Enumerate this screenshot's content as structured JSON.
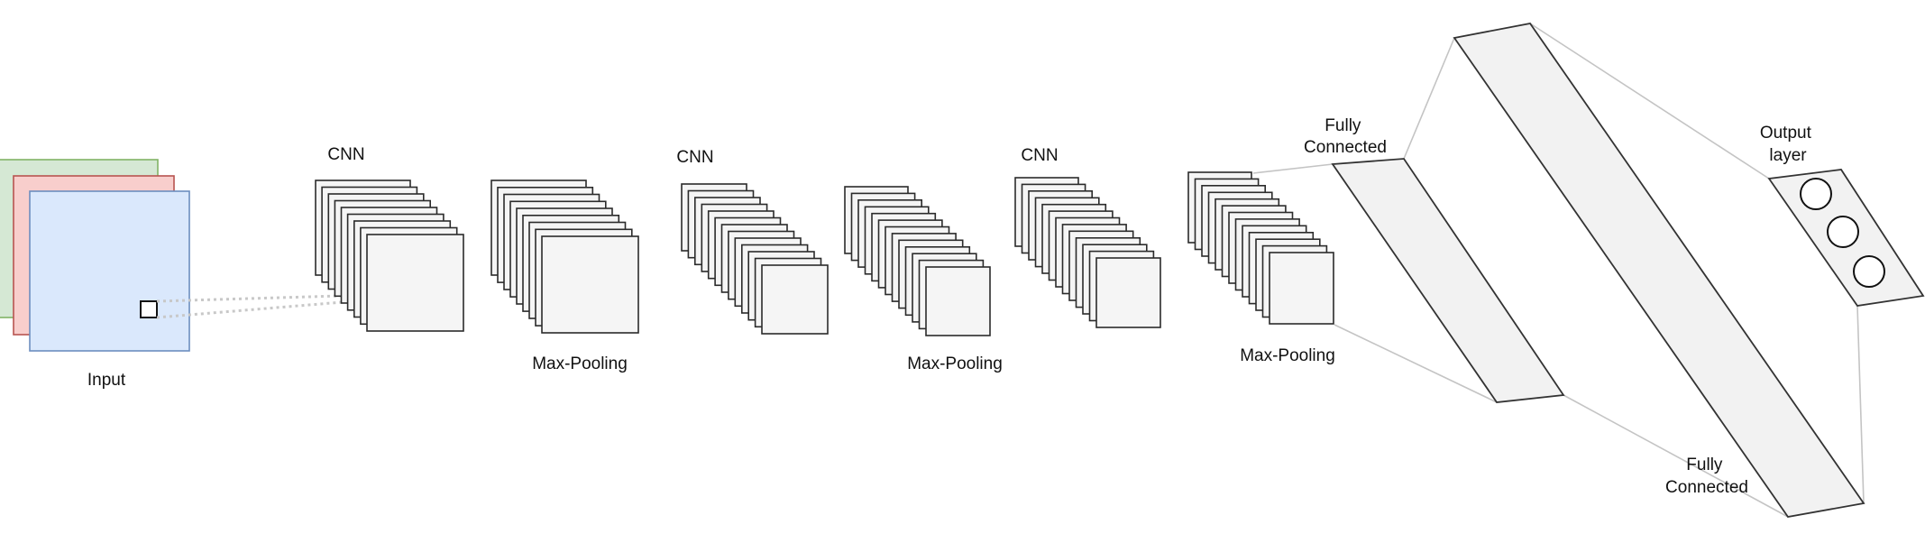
{
  "diagram": {
    "labels": {
      "input": "Input",
      "cnn_1": "CNN",
      "maxpool_1": "Max-Pooling",
      "cnn_2": "CNN",
      "maxpool_2": "Max-Pooling",
      "cnn_3": "CNN",
      "maxpool_3": "Max-Pooling",
      "fully_connected_1": [
        "Fully",
        "Connected"
      ],
      "fully_connected_2": [
        "Fully",
        "Connected"
      ],
      "output": [
        "Output",
        "layer"
      ]
    },
    "input_channel_colors": [
      "#d5e8d4",
      "#f8cecc",
      "#dae8fc"
    ],
    "input_channel_strokes": [
      "#82b366",
      "#b85450",
      "#6c8ebf"
    ],
    "output_neurons": 3
  }
}
